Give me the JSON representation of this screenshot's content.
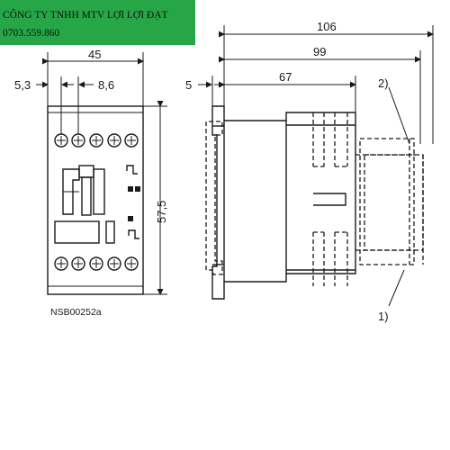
{
  "banner": {
    "company_name": "CÔNG TY TNHH MTV LỢI LỢI ĐẠT",
    "phone": "0703.559.860",
    "background_color": "#26a646"
  },
  "front_view": {
    "width_dim": "45",
    "offset_left_dim": "5,3",
    "pitch_dim": "8,6",
    "height_dim": "57,5",
    "drawing_code": "NSB00252a"
  },
  "side_view": {
    "total_depth_dim": "106",
    "depth_dim_2": "99",
    "body_depth_dim": "67",
    "rail_offset_dim": "5",
    "callout_2": "2)",
    "callout_1": "1)"
  }
}
